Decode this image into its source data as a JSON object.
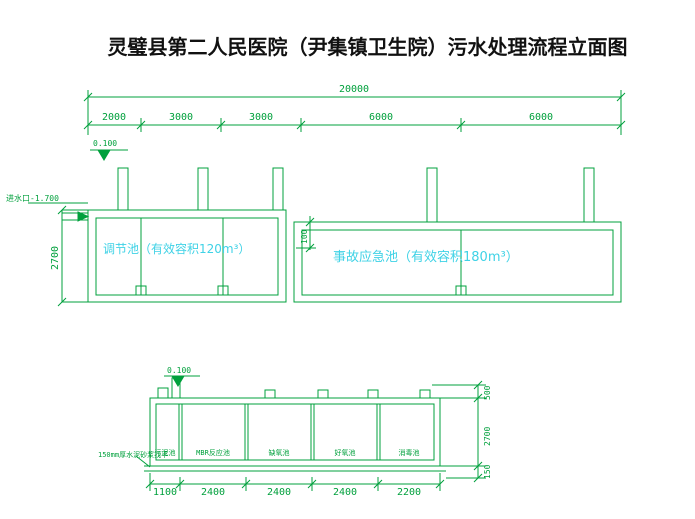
{
  "title": "灵璧县第二人民医院（尹集镇卫生院）污水处理流程立面图",
  "upper": {
    "total_dim": "20000",
    "segments": [
      "2000",
      "3000",
      "3000",
      "6000",
      "6000"
    ],
    "level_mark": "0.100",
    "inlet_label": "进水口-1.700",
    "height_dim": "2700",
    "step_dim": "100",
    "tank1_label": "调节池（有效容积120m³）",
    "tank2_label": "事故应急池（有效容积180m³）"
  },
  "lower": {
    "level_mark": "0.100",
    "segments": [
      "1100",
      "2400",
      "2400",
      "2400",
      "2200"
    ],
    "right_dims": [
      "500",
      "2700",
      "150"
    ],
    "base_note": "150mm厚水泥砂浆找平",
    "compartments": [
      "污泥池",
      "MBR反应池",
      "缺氧池",
      "好氧池",
      "消毒池"
    ]
  },
  "colors": {
    "line_green": "#00A03C",
    "text_green": "#00A03C",
    "label_cyan": "#3FD2E6",
    "title_black": "#111111"
  }
}
